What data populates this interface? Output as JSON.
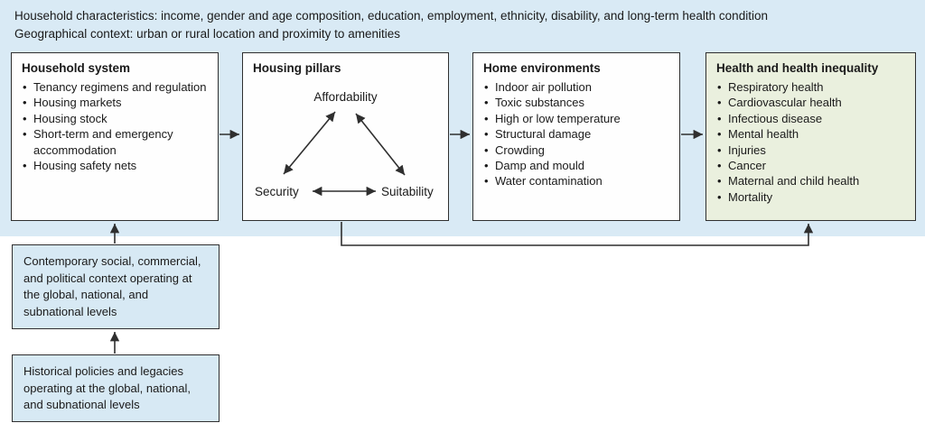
{
  "header": {
    "line1": "Household characteristics: income, gender and age composition, education, employment, ethnicity, disability, and long-term health condition",
    "line2": "Geographical context: urban or rural location and proximity to amenities"
  },
  "boxes": {
    "household_system": {
      "title": "Household system",
      "items": [
        "Tenancy regimens and regulation",
        "Housing markets",
        "Housing stock",
        "Short-term and emergency accommodation",
        "Housing safety nets"
      ]
    },
    "housing_pillars": {
      "title": "Housing pillars",
      "pillar_top": "Affordability",
      "pillar_bottom_left": "Security",
      "pillar_bottom_right": "Suitability"
    },
    "home_environments": {
      "title": "Home environments",
      "items": [
        "Indoor air pollution",
        "Toxic substances",
        "High or low temperature",
        "Structural damage",
        "Crowding",
        "Damp and mould",
        "Water contamination"
      ]
    },
    "health_inequality": {
      "title": "Health and health inequality",
      "items": [
        "Respiratory health",
        "Cardiovascular health",
        "Infectious disease",
        "Mental health",
        "Injuries",
        "Cancer",
        "Maternal and child health",
        "Mortality"
      ]
    },
    "contemporary_context": {
      "text": "Contemporary social, commercial, and political context operating at the global, national, and subnational levels"
    },
    "historical_context": {
      "text": "Historical policies and legacies operating at the global, national, and subnational levels"
    }
  },
  "colors": {
    "band_blue": "#d9eaf5",
    "context_box_blue": "#d7e9f4",
    "health_box_green": "#eaf0de",
    "border_dark": "#2f2f2f",
    "text": "#1a1a1a"
  }
}
